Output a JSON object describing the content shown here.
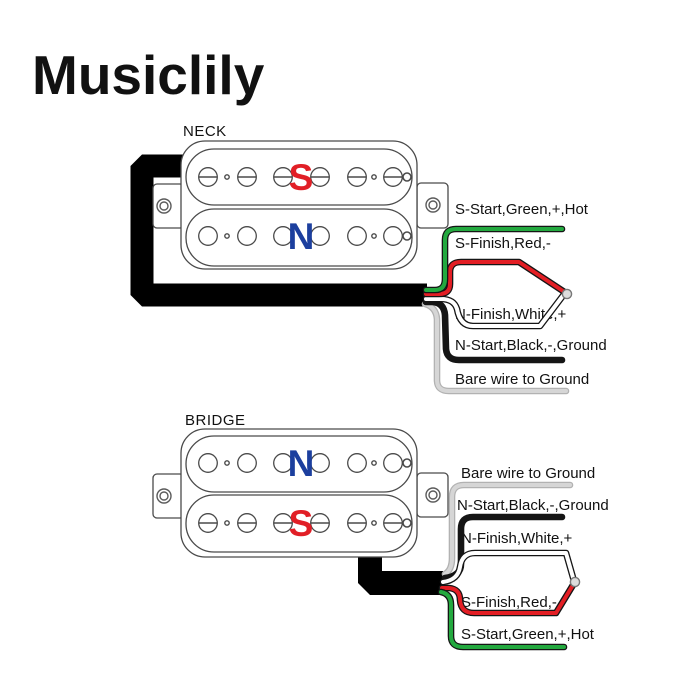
{
  "brand": "Musiclily",
  "colors": {
    "wire_green": "#23a93f",
    "wire_red": "#e31e24",
    "wire_white": "#ffffff",
    "wire_black": "#111111",
    "wire_bare": "#d6d6d6",
    "magnet_s": "#e11f26",
    "magnet_n": "#1c3f9e"
  },
  "neck": {
    "label": "NECK",
    "magnet_top": "S",
    "magnet_bottom": "N",
    "wires": [
      {
        "name": "green-hot",
        "label": "S-Start,Green,+,Hot"
      },
      {
        "name": "red-finish",
        "label": "S-Finish,Red,-"
      },
      {
        "name": "white-finish",
        "label": "N-Finish,White,+"
      },
      {
        "name": "black-ground",
        "label": "N-Start,Black,-,Ground"
      },
      {
        "name": "bare-ground",
        "label": "Bare wire to Ground"
      }
    ]
  },
  "bridge": {
    "label": "BRIDGE",
    "magnet_top": "N",
    "magnet_bottom": "S",
    "wires": [
      {
        "name": "bare-ground",
        "label": "Bare wire to Ground"
      },
      {
        "name": "black-ground",
        "label": "N-Start,Black,-,Ground"
      },
      {
        "name": "white-finish",
        "label": "N-Finish,White,+"
      },
      {
        "name": "red-finish",
        "label": "S-Finish,Red,-"
      },
      {
        "name": "green-hot",
        "label": "S-Start,Green,+,Hot"
      }
    ]
  }
}
